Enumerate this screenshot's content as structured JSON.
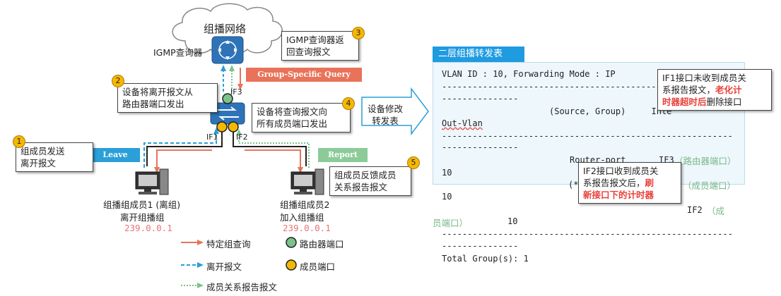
{
  "network": {
    "title": "组播网络"
  },
  "querier": {
    "label": "IGMP查询器",
    "router_glyph": "R"
  },
  "switch": {
    "port_if3": "IF3",
    "port_if1": "IF1",
    "port_if2": "IF2"
  },
  "messages": {
    "leave": "Leave",
    "report": "Report",
    "gsq": "Group-Specific Query"
  },
  "steps": [
    {
      "num": "1",
      "text": "组成员发送\n离开报文"
    },
    {
      "num": "2",
      "text": "设备将离开报文从\n路由器端口发出"
    },
    {
      "num": "3",
      "text": "IGMP查询器返\n回查询报文"
    },
    {
      "num": "4",
      "text": "设备将查询报文向\n所有成员端口发出"
    },
    {
      "num": "5",
      "text": "组成员反馈成员\n关系报告报文"
    }
  ],
  "members": [
    {
      "line1": "组播组成员1 (离组)",
      "line2": "离开组播组",
      "addr": "239.0.0.1"
    },
    {
      "line1": "组播组成员2",
      "line2": "加入组播组",
      "addr": "239.0.0.1"
    }
  ],
  "modify_arrow": {
    "text": "设备修改\n转发表"
  },
  "legend": {
    "query": "特定组查询",
    "leave": "离开报文",
    "report": "成员关系报告报文",
    "router_port": "路由器端口",
    "member_port": "成员端口"
  },
  "table": {
    "title": "二层组播转发表",
    "vlan_line": "VLAN ID : 10, Forwarding Mode : IP",
    "dash1a": "---------------------------------------------------------",
    "dash1b": "---------------",
    "header_a": "(Source, Group)     Inte",
    "header_b": "Out-Vlan",
    "dash2a": "---------------------------------------------------------",
    "dash2b": "---------------",
    "router_port_a": "Router-port",
    "if3_if": "IF3",
    "if3_note": "（路由器端口）",
    "row_a": "10",
    "star_a": "(*,",
    "if3_note2": "（成员端口）",
    "row_b": "10",
    "if2_if": "IF2",
    "if2_note_a": "（成",
    "if2_note_b": "员端口）",
    "if2_val": "10",
    "dash3a": "---------------------------------------------------------",
    "dash3b": "---------------",
    "total": "Total Group(s): 1"
  },
  "notes": {
    "if1_a": "IF1接口未收到成员关",
    "if1_b": "系报告报文，",
    "if1_red1": "老化计",
    "if1_red2": "时器超时后",
    "if1_c": "删除接口",
    "if2_a": "IF2接口收到成员关",
    "if2_b": "系报告报文后，",
    "if2_red1": "刷",
    "if2_red2": "新接口下的计时器"
  },
  "colors": {
    "query": "#e8735a",
    "leave": "#2a9fd8",
    "report": "#7cc28a",
    "router_port": "#7cc28a",
    "member_port": "#f5b800",
    "switch": "#2e73b8",
    "gsq_bg": "#e8735a",
    "leave_bg": "#2a9fd8",
    "report_bg": "#8ccb98",
    "title_bg": "#1f9be0"
  }
}
